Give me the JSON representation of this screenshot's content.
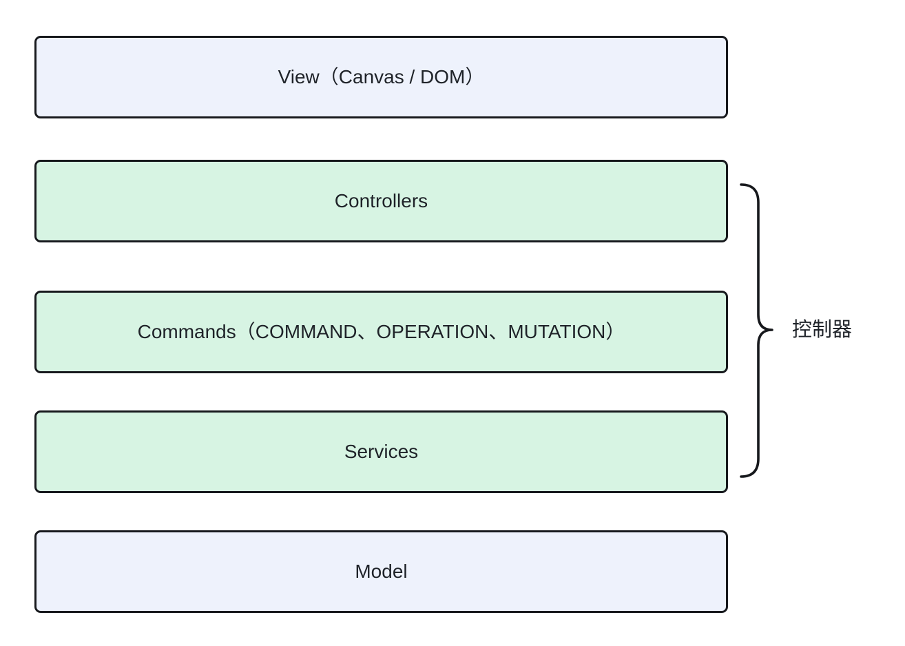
{
  "diagram": {
    "layers": [
      {
        "id": "view",
        "label": "View（Canvas / DOM）",
        "group": "view"
      },
      {
        "id": "controllers",
        "label": "Controllers",
        "group": "controller"
      },
      {
        "id": "commands",
        "label": "Commands（COMMAND、OPERATION、MUTATION）",
        "group": "controller"
      },
      {
        "id": "services",
        "label": "Services",
        "group": "controller"
      },
      {
        "id": "model",
        "label": "Model",
        "group": "model"
      }
    ],
    "brace": {
      "label": "控制器",
      "groups_layers": [
        "Controllers",
        "Commands",
        "Services"
      ]
    },
    "colors": {
      "view-fill": "#eef2fc",
      "controller-fill": "#d7f4e3",
      "model-fill": "#eef2fc",
      "border": "#17191d",
      "text": "#1f2329"
    }
  }
}
